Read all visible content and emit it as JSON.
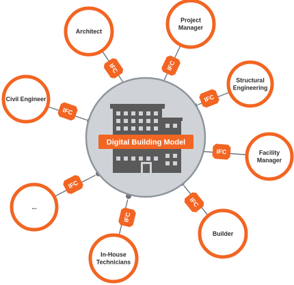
{
  "title": "Digital Building Model",
  "ifc_label": "IFC",
  "colors": {
    "accent": "#f26522",
    "hub_fill": "#cfd3d7",
    "hub_stroke": "#8e959b",
    "building": "#5a5a5a",
    "connector": "#6d7378"
  },
  "nodes": [
    {
      "id": "architect",
      "lines": [
        "Architect"
      ]
    },
    {
      "id": "project-manager",
      "lines": [
        "Project",
        "Manager"
      ]
    },
    {
      "id": "structural-engineering",
      "lines": [
        "Structural",
        "Engineering"
      ]
    },
    {
      "id": "facility-manager",
      "lines": [
        "Facility",
        "Manager"
      ]
    },
    {
      "id": "builder",
      "lines": [
        "Builder"
      ]
    },
    {
      "id": "in-house-technicians",
      "lines": [
        "In-House",
        "Technicians"
      ]
    },
    {
      "id": "other",
      "lines": [
        "..."
      ]
    },
    {
      "id": "civil-engineer",
      "lines": [
        "Civil Engineer"
      ]
    }
  ]
}
